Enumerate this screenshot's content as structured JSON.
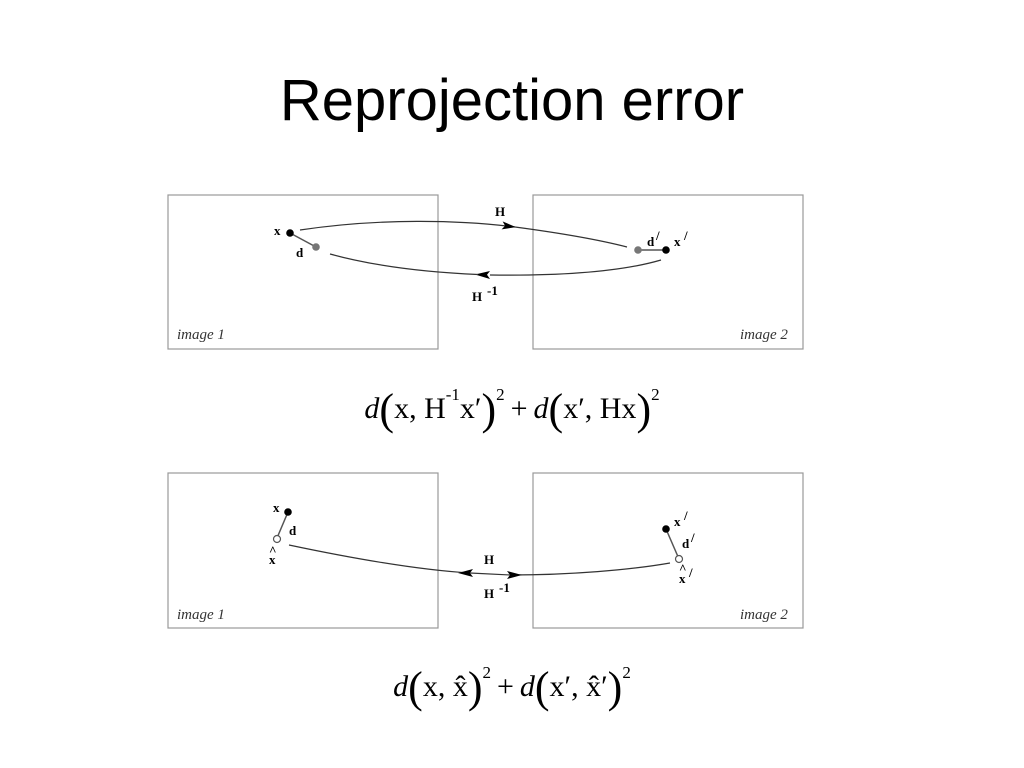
{
  "slide": {
    "title": "Reprojection error"
  },
  "panel_top": {
    "image_left_caption": "image 1",
    "image_right_caption": "image 2",
    "label_x": "x",
    "label_d": "d",
    "label_d_prime": "d",
    "label_x_prime": "x",
    "label_H": "H",
    "label_Hinv_base": "H",
    "label_Hinv_exp": "-1"
  },
  "formula_top": {
    "f1": "d",
    "f2": "x, H",
    "f3": "-1",
    "f4": "x′",
    "f5": "2",
    "f6": "+",
    "f7": "d",
    "f8": "x′, Hx",
    "f9": "2"
  },
  "panel_bottom": {
    "image_left_caption": "image 1",
    "image_right_caption": "image 2",
    "label_x": "x",
    "label_d": "d",
    "label_x_hat": "x",
    "label_x_prime": "x",
    "label_d_prime": "d",
    "label_x_hat_prime": "x",
    "label_H": "H",
    "label_Hinv_base": "H",
    "label_Hinv_exp": "-1"
  },
  "formula_bottom": {
    "f1": "d",
    "f2": "x, x̂",
    "f3": "2",
    "f4": "+",
    "f5": "d",
    "f6": "x′, x̂′",
    "f7": "2"
  }
}
